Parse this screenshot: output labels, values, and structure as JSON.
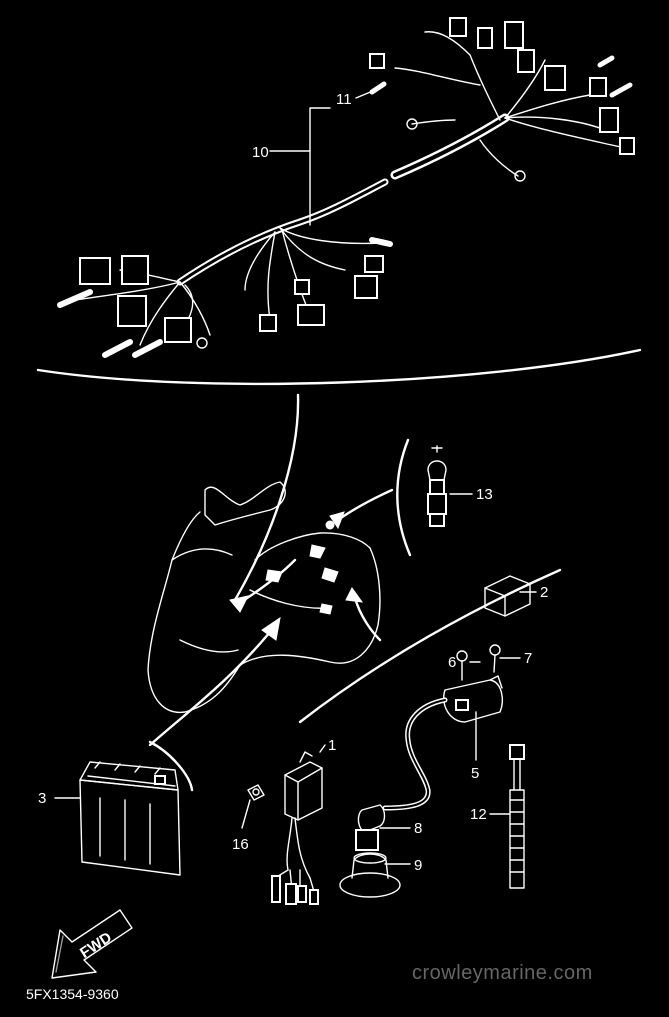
{
  "callouts": {
    "c1": "1",
    "c2": "2",
    "c3": "3",
    "c5": "5",
    "c6": "6",
    "c7": "7",
    "c8": "8",
    "c9": "9",
    "c10": "10",
    "c11": "11",
    "c12": "12",
    "c13": "13",
    "c16": "16"
  },
  "fwd_label": "FWD",
  "diagram_code": "5FX1354-9360",
  "watermark": "crowleymarine.com",
  "colors": {
    "background": "#000000",
    "line": "#ffffff",
    "watermark": "#666666"
  }
}
